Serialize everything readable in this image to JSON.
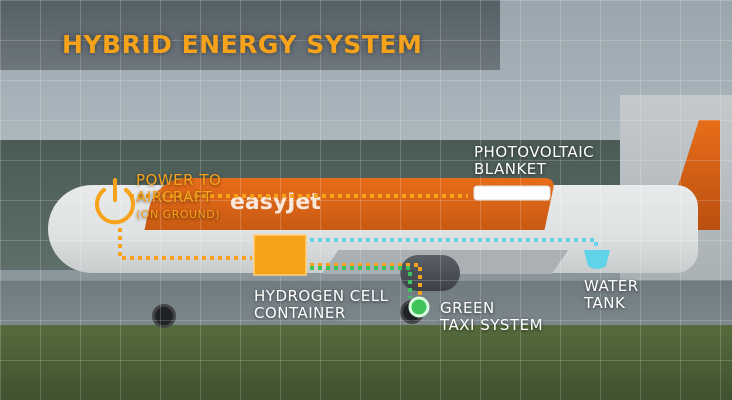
{
  "title": "HYBRID ENERGY SYSTEM",
  "brand": "easyJet",
  "labels": {
    "power_line1": "POWER TO",
    "power_line2": "AIRCRAFT",
    "power_line3": "(ON GROUND)",
    "photovoltaic_line1": "PHOTOVOLTAIC",
    "photovoltaic_line2": "BLANKET",
    "hydrogen_line1": "HYDROGEN CELL",
    "hydrogen_line2": "CONTAINER",
    "green_line1": "GREEN",
    "green_line2": "TAXI SYSTEM",
    "water_line1": "WATER",
    "water_line2": "TANK"
  },
  "colors": {
    "orange": "#f7a21b",
    "cyan": "#5fd4e8",
    "green": "#3ec45a",
    "white": "#ffffff"
  },
  "icons": {
    "power": "power-icon",
    "hydrogen": "hydrogen-container-icon",
    "photovoltaic": "photovoltaic-blanket-icon",
    "water": "water-tank-icon",
    "green_taxi": "green-taxi-icon"
  }
}
